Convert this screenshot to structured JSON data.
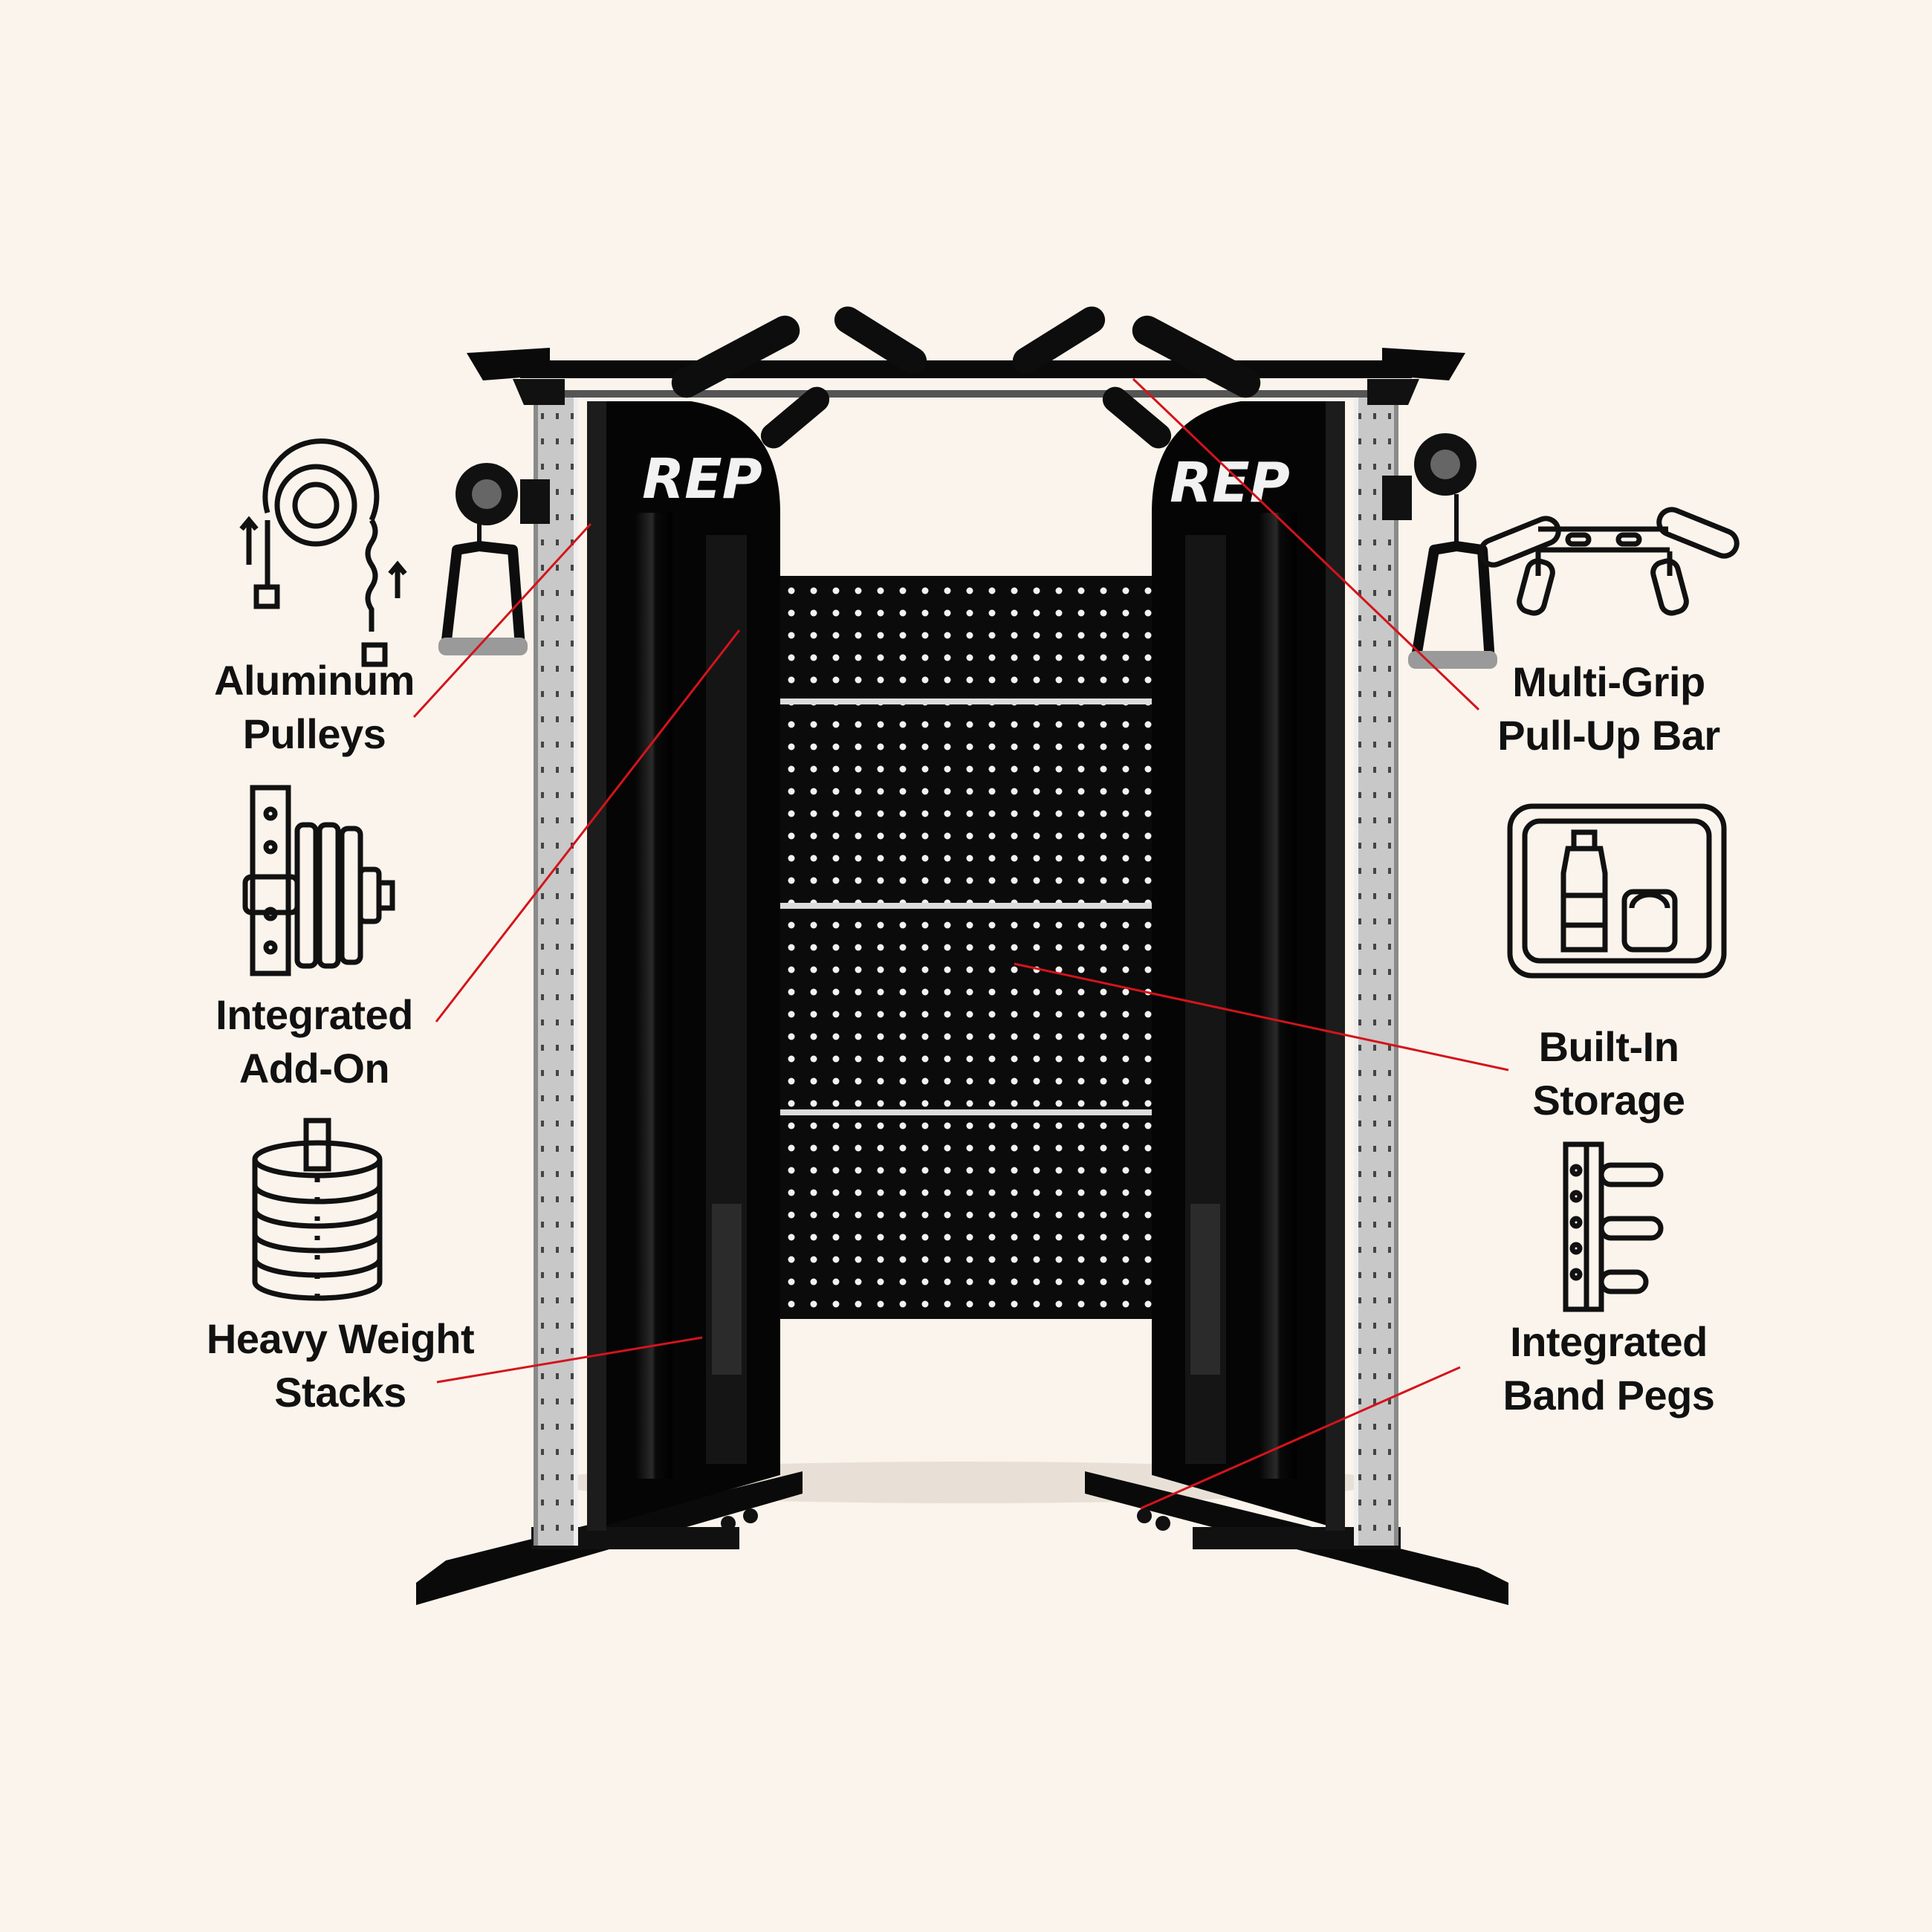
{
  "brand": {
    "logo_text": "REP"
  },
  "colors": {
    "background": "#fbf4ec",
    "callout_line": "#d3141b",
    "frame": "#0c0c0c",
    "upright": "#c9c9c9",
    "icon_stroke": "#111111"
  },
  "callouts": {
    "pulleys": {
      "line1": "Aluminum",
      "line2": "Pulleys",
      "icon": "pulley-icon"
    },
    "addon": {
      "line1": "Integrated",
      "line2": "Add-On",
      "icon": "weight-plate-mount-icon"
    },
    "stacks": {
      "line1": "Heavy Weight",
      "line2": "Stacks",
      "icon": "weight-stack-icon"
    },
    "pullup": {
      "line1": "Multi-Grip",
      "line2": "Pull-Up Bar",
      "icon": "pull-up-bar-icon"
    },
    "storage": {
      "line1": "Built-In",
      "line2": "Storage",
      "icon": "storage-tray-icon"
    },
    "band_pegs": {
      "line1": "Integrated",
      "line2": "Band Pegs",
      "icon": "band-peg-icon"
    }
  }
}
